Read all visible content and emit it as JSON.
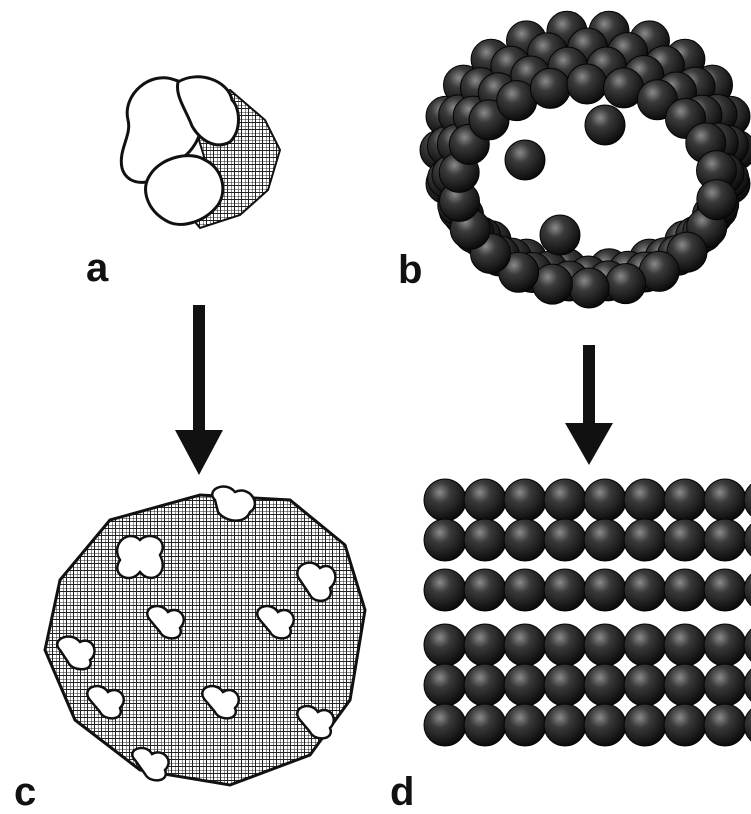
{
  "panels": {
    "a": {
      "label": "a"
    },
    "b": {
      "label": "b"
    },
    "c": {
      "label": "c"
    },
    "d": {
      "label": "d"
    }
  },
  "colors": {
    "ink": "#111111",
    "sphere_dark": "#1a1a1a",
    "sphere_highlight": "#7a7a7a",
    "background": "#ffffff"
  }
}
